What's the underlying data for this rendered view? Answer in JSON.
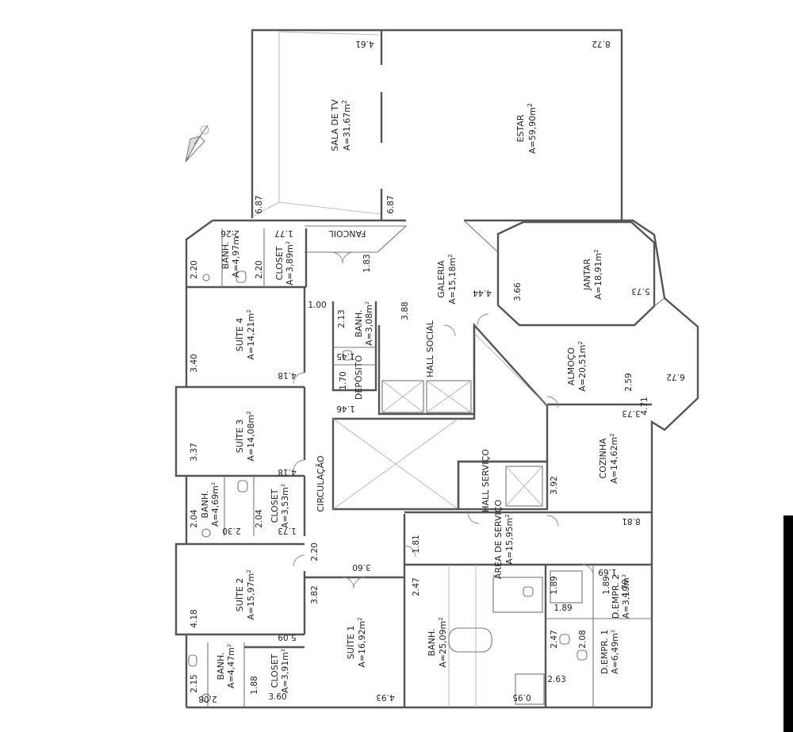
{
  "rooms": [
    {
      "id": "sala-tv",
      "name": "SALA DE TV",
      "area": "A=31,67m"
    },
    {
      "id": "estar",
      "name": "ESTAR",
      "area": "A=59,90m"
    },
    {
      "id": "jantar",
      "name": "JANTAR",
      "area": "A=18,91m"
    },
    {
      "id": "galeria",
      "name": "GALERIA",
      "area": "A=15,18m"
    },
    {
      "id": "almoco",
      "name": "ALMOÇO",
      "area": "A=20,51m"
    },
    {
      "id": "cozinha",
      "name": "COZINHA",
      "area": "A=14,62m"
    },
    {
      "id": "area-servico",
      "name": "ÁREA DE SERVIÇO",
      "area": "A=15,95m"
    },
    {
      "id": "hall-social",
      "name": "HALL SOCIAL",
      "area": ""
    },
    {
      "id": "hall-servico",
      "name": "HALL SERVIÇO",
      "area": ""
    },
    {
      "id": "deposito",
      "name": "DEPÓSITO",
      "area": ""
    },
    {
      "id": "banh-social",
      "name": "BANH.",
      "area": "A=3,08m"
    },
    {
      "id": "suite4",
      "name": "SUÍTE 4",
      "area": "A=14,21m"
    },
    {
      "id": "banh4",
      "name": "BANH.",
      "area": "A=4,97m"
    },
    {
      "id": "closet4",
      "name": "CLOSET",
      "area": "A=3,89m"
    },
    {
      "id": "suite3",
      "name": "SUÍTE 3",
      "area": "A=14,08m"
    },
    {
      "id": "banh3",
      "name": "BANH.",
      "area": "A=4,69m"
    },
    {
      "id": "closet3",
      "name": "CLOSET",
      "area": "A=3,53m"
    },
    {
      "id": "circulacao",
      "name": "CIRCULAÇÃO",
      "area": ""
    },
    {
      "id": "suite2",
      "name": "SUÍTE 2",
      "area": "A=15,97m"
    },
    {
      "id": "banh2",
      "name": "BANH.",
      "area": "A=4,47m"
    },
    {
      "id": "closet2",
      "name": "CLOSET",
      "area": "A=3,91m"
    },
    {
      "id": "suite1",
      "name": "SUÍTE 1",
      "area": "A=16,92m"
    },
    {
      "id": "banh1",
      "name": "BANH.",
      "area": "A=25,09m"
    },
    {
      "id": "dempr1",
      "name": "D.EMPR. 1",
      "area": "A=6,49m"
    },
    {
      "id": "dempr2",
      "name": "D.EMPR. 2",
      "area": "A=3,19m"
    },
    {
      "id": "fancoil",
      "name": "FANCOIL",
      "area": ""
    }
  ],
  "sup": "2",
  "dims": [
    "4.61",
    "8.72",
    "6.87",
    "6.87",
    "2.26",
    "1.77",
    "2.20",
    "2.20",
    "1.83",
    "3.66",
    "5.73",
    "4.44",
    "1.00",
    "3.88",
    "2.13",
    "1.45",
    "3.40",
    "4.18",
    "1.70",
    "1.46",
    "2.59",
    "6.72",
    "4.71",
    "3.73",
    "3.37",
    "4.18",
    "3.92",
    "2.04",
    "2.30",
    "2.04",
    "1.73",
    "8.81",
    "2.20",
    "1.81",
    "3.60",
    "1.69",
    "1.89",
    "1.89",
    "1.89",
    "4.70",
    "3.82",
    "4.18",
    "5.09",
    "2.47",
    "2.47",
    "2.08",
    "2.15",
    "2.08",
    "1.88",
    "3.60",
    "4.93",
    "0.95",
    "2.63"
  ]
}
